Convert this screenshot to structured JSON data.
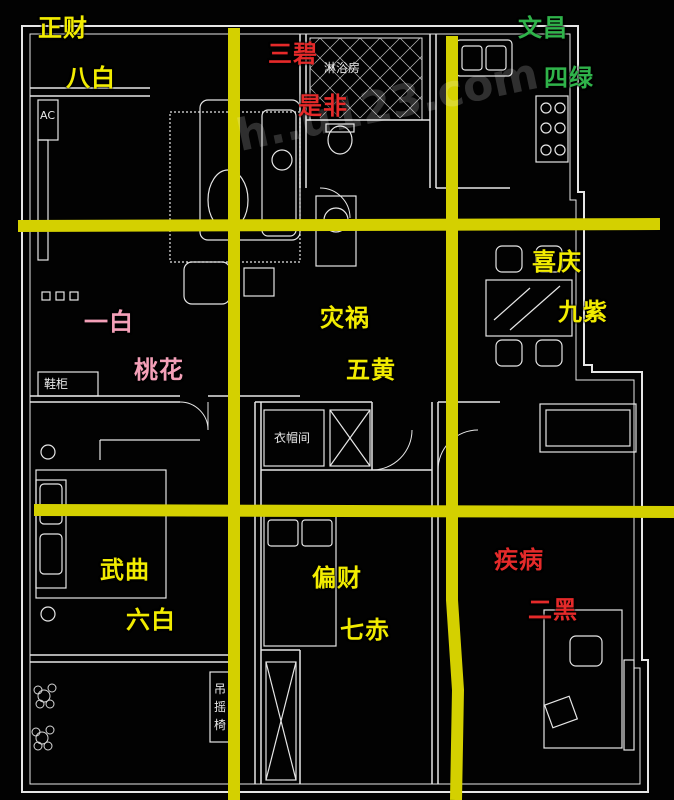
{
  "colors": {
    "background": "#020202",
    "wall_line": "#e6e6e6",
    "grid_line": "#d4d000",
    "label_yellow": "#f2ec00",
    "label_red": "#e52a2a",
    "label_green": "#2fb34a",
    "label_pink": "#f4a0b8"
  },
  "watermark": "h..u123.com",
  "sectors": {
    "top_left": {
      "line1": "正财",
      "line2": "八白"
    },
    "top_center": {
      "line1": "三碧",
      "line2": "是非"
    },
    "top_right": {
      "line1": "文昌",
      "line2": "四绿"
    },
    "middle_left": {
      "line1": "一白",
      "line2": "桃花"
    },
    "middle_center": {
      "line1": "灾祸",
      "line2": "五黄"
    },
    "middle_right": {
      "line1": "喜庆",
      "line2": "九紫"
    },
    "bottom_left": {
      "line1": "武曲",
      "line2": "六白"
    },
    "bottom_center": {
      "line1": "偏财",
      "line2": "七赤"
    },
    "bottom_right": {
      "line1": "疾病",
      "line2": "二黑"
    }
  },
  "rooms": {
    "shower": "淋浴房",
    "shoe_cabinet": "鞋柜",
    "cloakroom": "衣帽间",
    "swing_chair": "吊摇椅",
    "ac": "AC"
  }
}
